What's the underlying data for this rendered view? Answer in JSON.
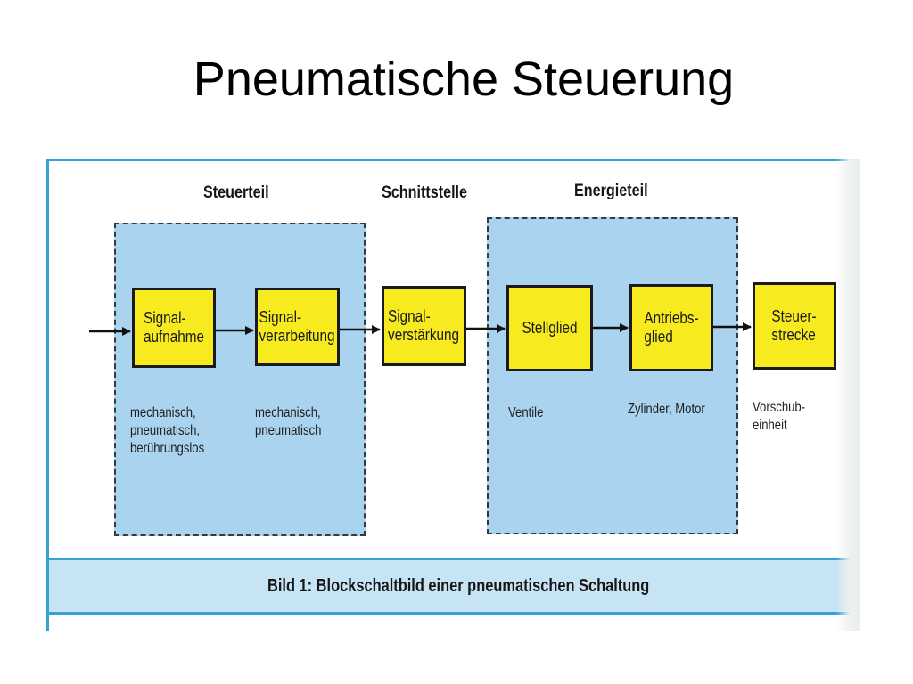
{
  "slide": {
    "title": "Pneumatische Steuerung"
  },
  "diagram": {
    "sections": {
      "steuerteil": "Steuerteil",
      "schnittstelle": "Schnittstelle",
      "energieteil": "Energieteil"
    },
    "blocks": [
      {
        "id": "signalaufnahme",
        "label": "Signal-\naufnahme"
      },
      {
        "id": "signalverarbeitung",
        "label": "Signal-\nverarbeitung"
      },
      {
        "id": "signalverstaerkung",
        "label": "Signal-\nverstärkung"
      },
      {
        "id": "stellglied",
        "label": "Stellglied"
      },
      {
        "id": "antriebsglied",
        "label": "Antriebs-\nglied"
      },
      {
        "id": "steuerstrecke",
        "label": "Steuer-\nstrecke"
      }
    ],
    "notes": [
      {
        "id": "signalaufnahme",
        "text": "mechanisch,\npneumatisch,\nberührungslos"
      },
      {
        "id": "signalverarbeitung",
        "text": "mechanisch,\npneumatisch"
      },
      {
        "id": "stellglied",
        "text": "Ventile"
      },
      {
        "id": "antriebsglied",
        "text": "Zylinder, Motor"
      },
      {
        "id": "steuerstrecke",
        "text": "Vorschub-\neinheit"
      }
    ],
    "caption": "Bild 1: Blockschaltbild einer pneumatischen Schaltung",
    "colors": {
      "zone_fill": "#a9d3ef",
      "block_fill": "#f7eb1f",
      "frame_accent": "#35a2d8",
      "caption_fill": "#c7e4f5"
    }
  }
}
